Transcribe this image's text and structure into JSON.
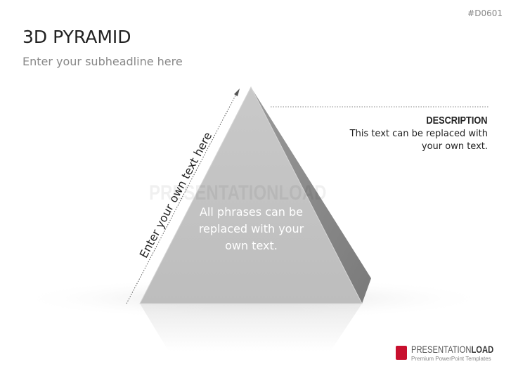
{
  "slide_code": "#D0601",
  "title": "3D PYRAMID",
  "subtitle": "Enter your subheadline here",
  "description": {
    "heading": "DESCRIPTION",
    "text": "This text can be replaced with your own text."
  },
  "pyramid": {
    "center_text": "All phrases can be replaced with your own text.",
    "side_label": "Enter your own text here"
  },
  "watermark": "PRESENTATIONLOAD",
  "logo": {
    "name_light": "PRESENTATION",
    "name_bold": "LOAD",
    "tagline": "Premium PowerPoint Templates"
  },
  "colors": {
    "front": "#c4c4c4",
    "side": "#8a8a8a",
    "logo": "#c8102e"
  }
}
